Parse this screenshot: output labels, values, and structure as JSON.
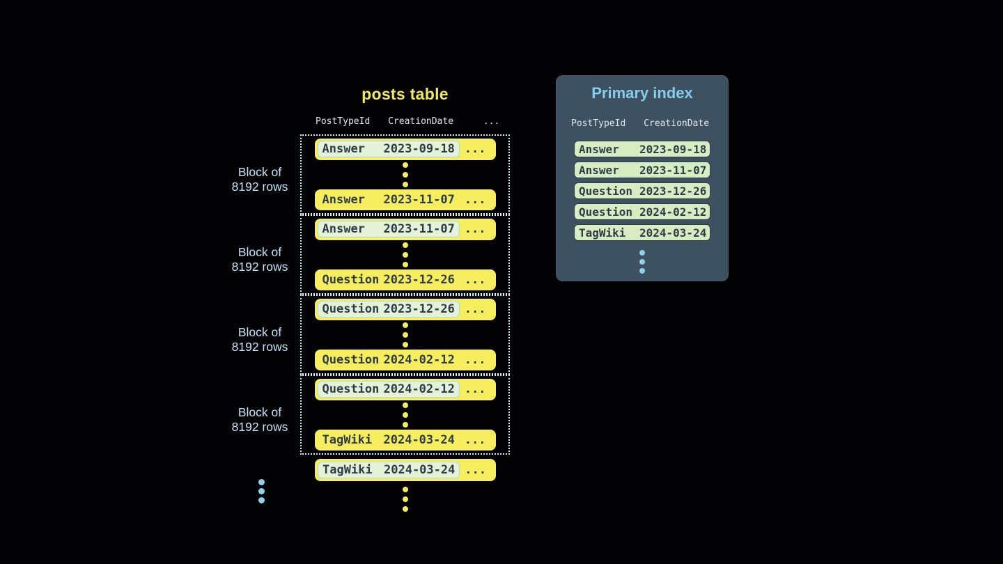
{
  "posts_table": {
    "title": "posts table",
    "headers": {
      "col1": "PostTypeId",
      "col2": "CreationDate",
      "col3": "..."
    },
    "ellipsis": "...",
    "blocks": [
      {
        "label_line1": "Block of",
        "label_line2": "8192 rows",
        "first": {
          "type": "Answer",
          "date": "2023-09-18"
        },
        "last": {
          "type": "Answer",
          "date": "2023-11-07"
        }
      },
      {
        "label_line1": "Block of",
        "label_line2": "8192 rows",
        "first": {
          "type": "Answer",
          "date": "2023-11-07"
        },
        "last": {
          "type": "Question",
          "date": "2023-12-26"
        }
      },
      {
        "label_line1": "Block of",
        "label_line2": "8192 rows",
        "first": {
          "type": "Question",
          "date": "2023-12-26"
        },
        "last": {
          "type": "Question",
          "date": "2024-02-12"
        }
      },
      {
        "label_line1": "Block of",
        "label_line2": "8192 rows",
        "first": {
          "type": "Question",
          "date": "2024-02-12"
        },
        "last": {
          "type": "TagWiki",
          "date": "2024-03-24"
        }
      }
    ],
    "trailing_row": {
      "type": "TagWiki",
      "date": "2024-03-24"
    }
  },
  "primary_index": {
    "title": "Primary index",
    "headers": {
      "col1": "PostTypeId",
      "col2": "CreationDate"
    },
    "rows": [
      {
        "type": "Answer",
        "date": "2023-09-18"
      },
      {
        "type": "Answer",
        "date": "2023-11-07"
      },
      {
        "type": "Question",
        "date": "2023-12-26"
      },
      {
        "type": "Question",
        "date": "2024-02-12"
      },
      {
        "type": "TagWiki",
        "date": "2024-03-24"
      }
    ]
  },
  "colors": {
    "background": "#020204",
    "row_yellow": "#f6ee5f",
    "row_text": "#2e3c49",
    "highlight_bg": "#e4f2d7",
    "highlight_border": "#a9d9e9",
    "block_dotted_border": "#d5edf7",
    "block_label_blue": "#c2e4f8",
    "panel_bg": "#3d5161",
    "panel_title_blue": "#86cdeb",
    "header_text": "#e3e7ea",
    "index_row_bg": "#d7ecc1",
    "index_row_border": "#2e3c48",
    "blue_dot": "#90d2eb",
    "title_yellow": "#f2ea5c"
  }
}
